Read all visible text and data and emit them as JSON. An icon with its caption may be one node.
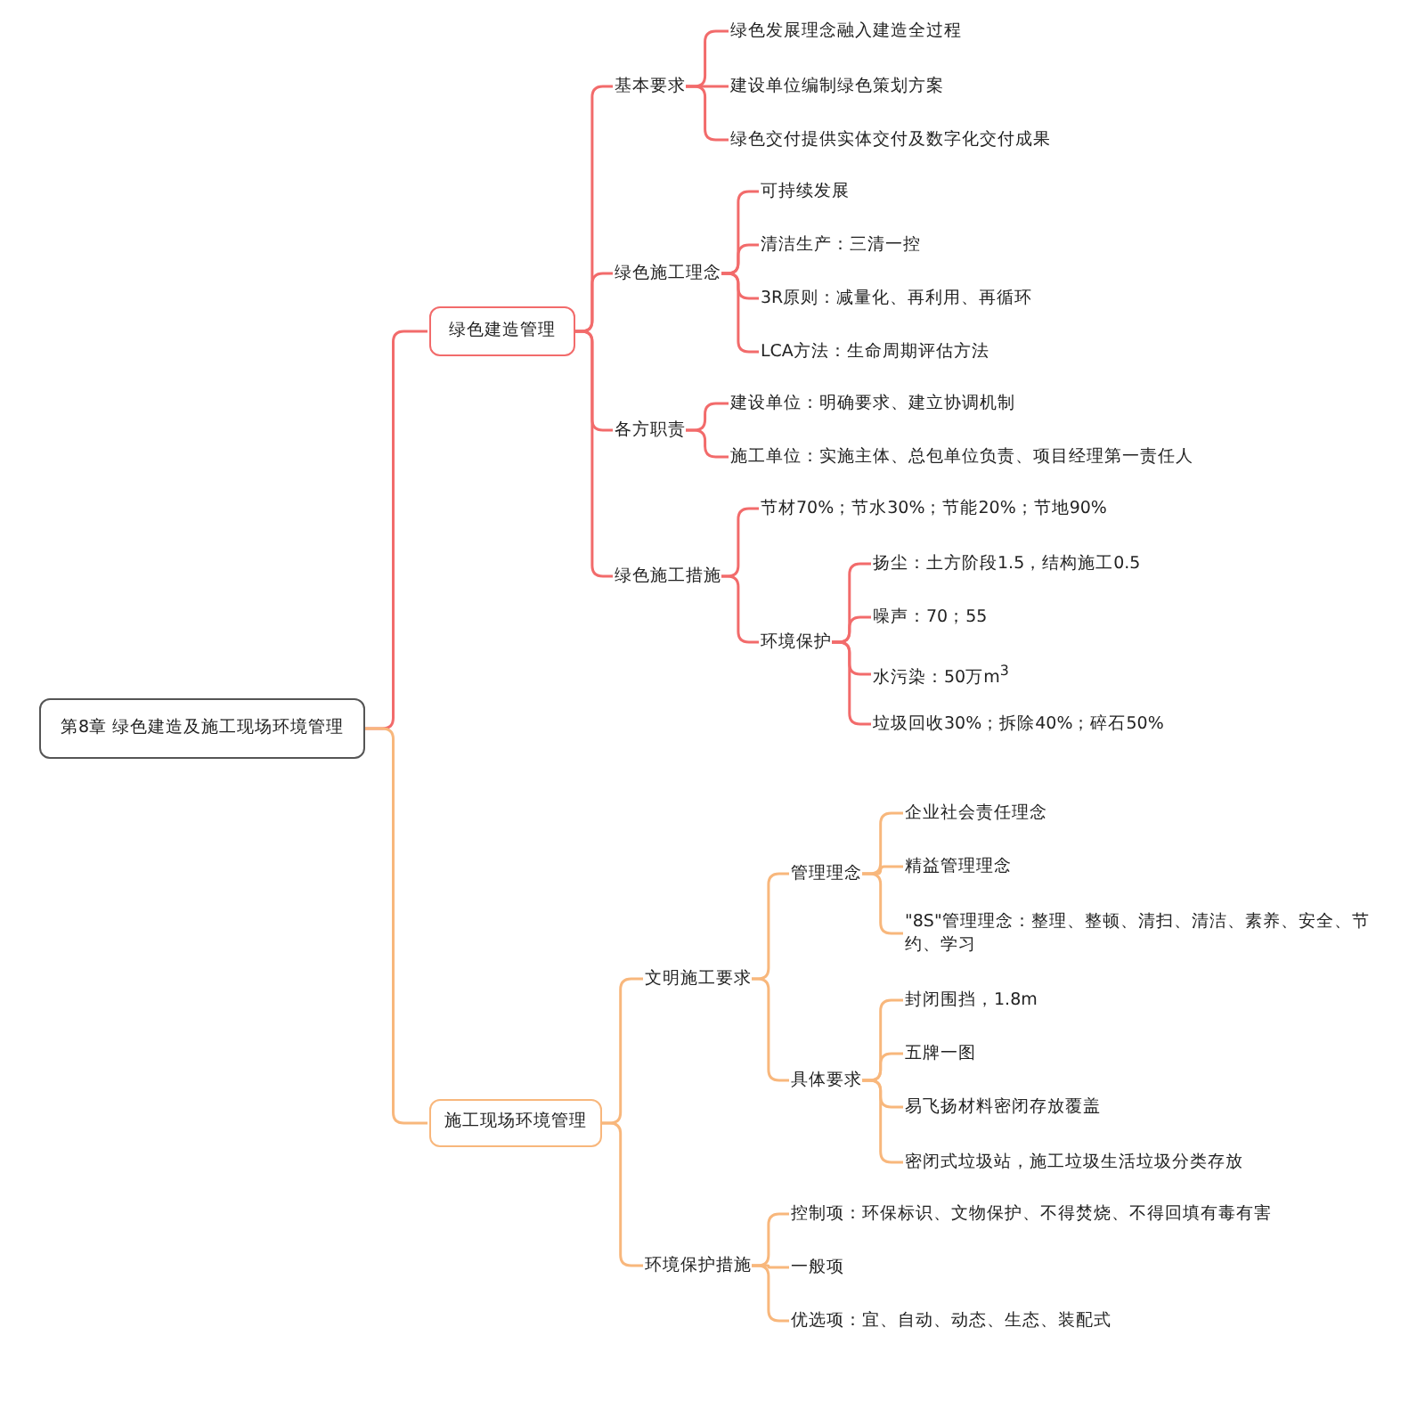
{
  "diagram": {
    "nodes": [
      {
        "text": [
          "第8章 绿色建造及施工现场环境管理"
        ]
      },
      {
        "text": [
          "绿色建造管理"
        ]
      },
      {
        "text": [
          "基本要求"
        ]
      },
      {
        "text": [
          "绿色发展理念融入建造全过程"
        ]
      },
      {
        "text": [
          "建设单位编制绿色策划方案"
        ]
      },
      {
        "text": [
          "绿色交付提供实体交付及数字化交付成果"
        ]
      },
      {
        "text": [
          "绿色施工理念"
        ]
      },
      {
        "text": [
          "可持续发展"
        ]
      },
      {
        "text": [
          "清洁生产：三清一控"
        ]
      },
      {
        "text": [
          "3R原则：减量化、再利用、再循环"
        ]
      },
      {
        "text": [
          "LCA方法：生命周期评估方法"
        ]
      },
      {
        "text": [
          "各方职责"
        ]
      },
      {
        "text": [
          "建设单位：明确要求、建立协调机制"
        ]
      },
      {
        "text": [
          "施工单位：实施主体、总包单位负责、项目经理第一责任人"
        ]
      },
      {
        "text": [
          "绿色施工措施"
        ]
      },
      {
        "text": [
          "节材70%；节水30%；节能20%；节地90%"
        ]
      },
      {
        "text": [
          "环境保护"
        ]
      },
      {
        "text": [
          "扬尘：土方阶段1.5，结构施工0.5"
        ]
      },
      {
        "text": [
          "噪声：70；55"
        ]
      },
      {
        "text": [
          "水污染：50万m$^{3}$"
        ]
      },
      {
        "text": [
          "垃圾回收30%；拆除40%；碎石50%"
        ]
      },
      {
        "text": [
          "施工现场环境管理"
        ]
      },
      {
        "text": [
          "文明施工要求"
        ]
      },
      {
        "text": [
          "管理理念"
        ]
      },
      {
        "text": [
          "企业社会责任理念"
        ]
      },
      {
        "text": [
          "精益管理理念"
        ]
      },
      {
        "text": [
          "\"8S\"管理理念：整理、整顿、清扫、清洁、素养、安全、节约、学习"
        ]
      },
      {
        "text": [
          "具体要求"
        ]
      },
      {
        "text": [
          "封闭围挡，1.8m"
        ]
      },
      {
        "text": [
          "五牌一图"
        ]
      },
      {
        "text": [
          "易飞扬材料密闭存放覆盖"
        ]
      },
      {
        "text": [
          "密闭式垃圾站，施工垃圾生活垃圾分类存放"
        ]
      },
      {
        "text": [
          "环境保护措施"
        ]
      },
      {
        "text": [
          "控制项：环保标识、文物保护、不得焚烧、不得回填有毒有害"
        ]
      },
      {
        "text": [
          "一般项"
        ]
      },
      {
        "text": [
          "优选项：宜、自动、动态、生态、装配式"
        ]
      }
    ],
    "edges": [
      {
        "from": 0,
        "to": 1,
        "arrow": "none"
      },
      {
        "from": 1,
        "to": 2,
        "arrow": "none"
      },
      {
        "from": 1,
        "to": 6,
        "arrow": "none"
      },
      {
        "from": 1,
        "to": 11,
        "arrow": "none"
      },
      {
        "from": 1,
        "to": 14,
        "arrow": "none"
      },
      {
        "from": 2,
        "to": 3,
        "arrow": "none"
      },
      {
        "from": 2,
        "to": 4,
        "arrow": "none"
      },
      {
        "from": 2,
        "to": 5,
        "arrow": "none"
      },
      {
        "from": 6,
        "to": 7,
        "arrow": "none"
      },
      {
        "from": 6,
        "to": 8,
        "arrow": "none"
      },
      {
        "from": 6,
        "to": 9,
        "arrow": "none"
      },
      {
        "from": 6,
        "to": 10,
        "arrow": "none"
      },
      {
        "from": 11,
        "to": 12,
        "arrow": "none"
      },
      {
        "from": 11,
        "to": 13,
        "arrow": "none"
      },
      {
        "from": 14,
        "to": 15,
        "arrow": "none"
      },
      {
        "from": 14,
        "to": 16,
        "arrow": "none"
      },
      {
        "from": 16,
        "to": 17,
        "arrow": "none"
      },
      {
        "from": 16,
        "to": 18,
        "arrow": "none"
      },
      {
        "from": 16,
        "to": 19,
        "arrow": "none"
      },
      {
        "from": 16,
        "to": 20,
        "arrow": "none"
      },
      {
        "from": 0,
        "to": 21,
        "arrow": "none",
        "color": "#f8b77c"
      },
      {
        "from": 21,
        "to": 22,
        "arrow": "none",
        "color": "#f8b77c"
      },
      {
        "from": 21,
        "to": 32,
        "arrow": "none",
        "color": "#f8b77c"
      },
      {
        "from": 22,
        "to": 23,
        "arrow": "none",
        "color": "#f8b77c"
      },
      {
        "from": 22,
        "to": 27,
        "arrow": "none",
        "color": "#f8b77c"
      },
      {
        "from": 23,
        "to": 24,
        "arrow": "none",
        "color": "#f8b77c"
      },
      {
        "from": 23,
        "to": 25,
        "arrow": "none",
        "color": "#f8b77c"
      },
      {
        "from": 23,
        "to": 26,
        "arrow": "none",
        "color": "#f8b77c"
      },
      {
        "from": 27,
        "to": 28,
        "arrow": "none",
        "color": "#f8b77c"
      },
      {
        "from": 27,
        "to": 29,
        "arrow": "none",
        "color": "#f8b77c"
      },
      {
        "from": 27,
        "to": 30,
        "arrow": "none",
        "color": "#f8b77c"
      },
      {
        "from": 27,
        "to": 31,
        "arrow": "none",
        "color": "#f8b77c"
      },
      {
        "from": 32,
        "to": 33,
        "arrow": "none",
        "color": "#f8b77c"
      },
      {
        "from": 32,
        "to": 34,
        "arrow": "none",
        "color": "#f8b77c"
      },
      {
        "from": 32,
        "to": 35,
        "arrow": "none",
        "color": "#f8b77c"
      }
    ]
  }
}
